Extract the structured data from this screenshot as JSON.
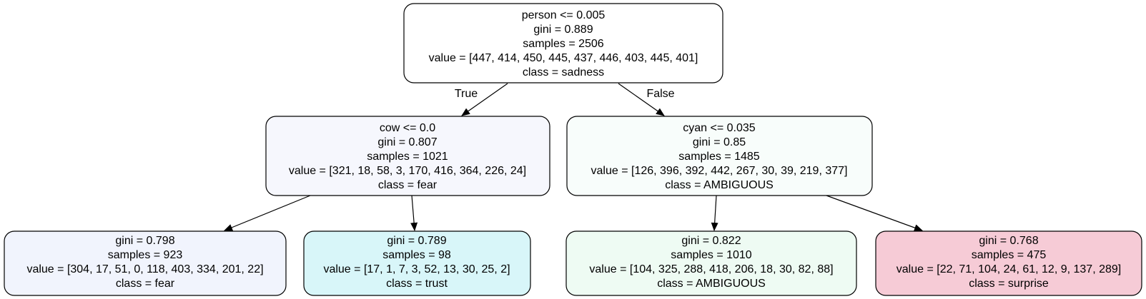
{
  "tree": {
    "nodes": [
      {
        "id": "root",
        "lines": [
          "person <= 0.005",
          "gini = 0.889",
          "samples = 2506",
          "value = [447, 414, 450, 445, 437, 446, 403, 445, 401]",
          "class = sadness"
        ],
        "fill": "#ffffff"
      },
      {
        "id": "left",
        "lines": [
          "cow <= 0.0",
          "gini = 0.807",
          "samples = 1021",
          "value = [321, 18, 58, 3, 170, 416, 364, 226, 24]",
          "class = fear"
        ],
        "fill": "#f6f7fd"
      },
      {
        "id": "right",
        "lines": [
          "cyan <= 0.035",
          "gini = 0.85",
          "samples = 1485",
          "value = [126, 396, 392, 442, 267, 30, 39, 219, 377]",
          "class = AMBIGUOUS"
        ],
        "fill": "#f8fdfb"
      },
      {
        "id": "left-left",
        "lines": [
          "gini = 0.798",
          "samples = 923",
          "value = [304, 17, 51, 0, 118, 403, 334, 201, 22]",
          "class = fear"
        ],
        "fill": "#f1f4fd"
      },
      {
        "id": "left-right",
        "lines": [
          "gini = 0.789",
          "samples = 98",
          "value = [17, 1, 7, 3, 52, 13, 30, 25, 2]",
          "class = trust"
        ],
        "fill": "#d8f6f9"
      },
      {
        "id": "right-left",
        "lines": [
          "gini = 0.822",
          "samples = 1010",
          "value = [104, 325, 288, 418, 206, 18, 30, 82, 88]",
          "class = AMBIGUOUS"
        ],
        "fill": "#eefbf3"
      },
      {
        "id": "right-right",
        "lines": [
          "gini = 0.768",
          "samples = 475",
          "value = [22, 71, 104, 24, 61, 12, 9, 137, 289]",
          "class = surprise"
        ],
        "fill": "#f6cbd6"
      }
    ],
    "edges": [
      {
        "from": "root",
        "to": "left",
        "label": "True"
      },
      {
        "from": "root",
        "to": "right",
        "label": "False"
      },
      {
        "from": "left",
        "to": "left-left",
        "label": ""
      },
      {
        "from": "left",
        "to": "left-right",
        "label": ""
      },
      {
        "from": "right",
        "to": "right-left",
        "label": ""
      },
      {
        "from": "right",
        "to": "right-right",
        "label": ""
      }
    ]
  }
}
